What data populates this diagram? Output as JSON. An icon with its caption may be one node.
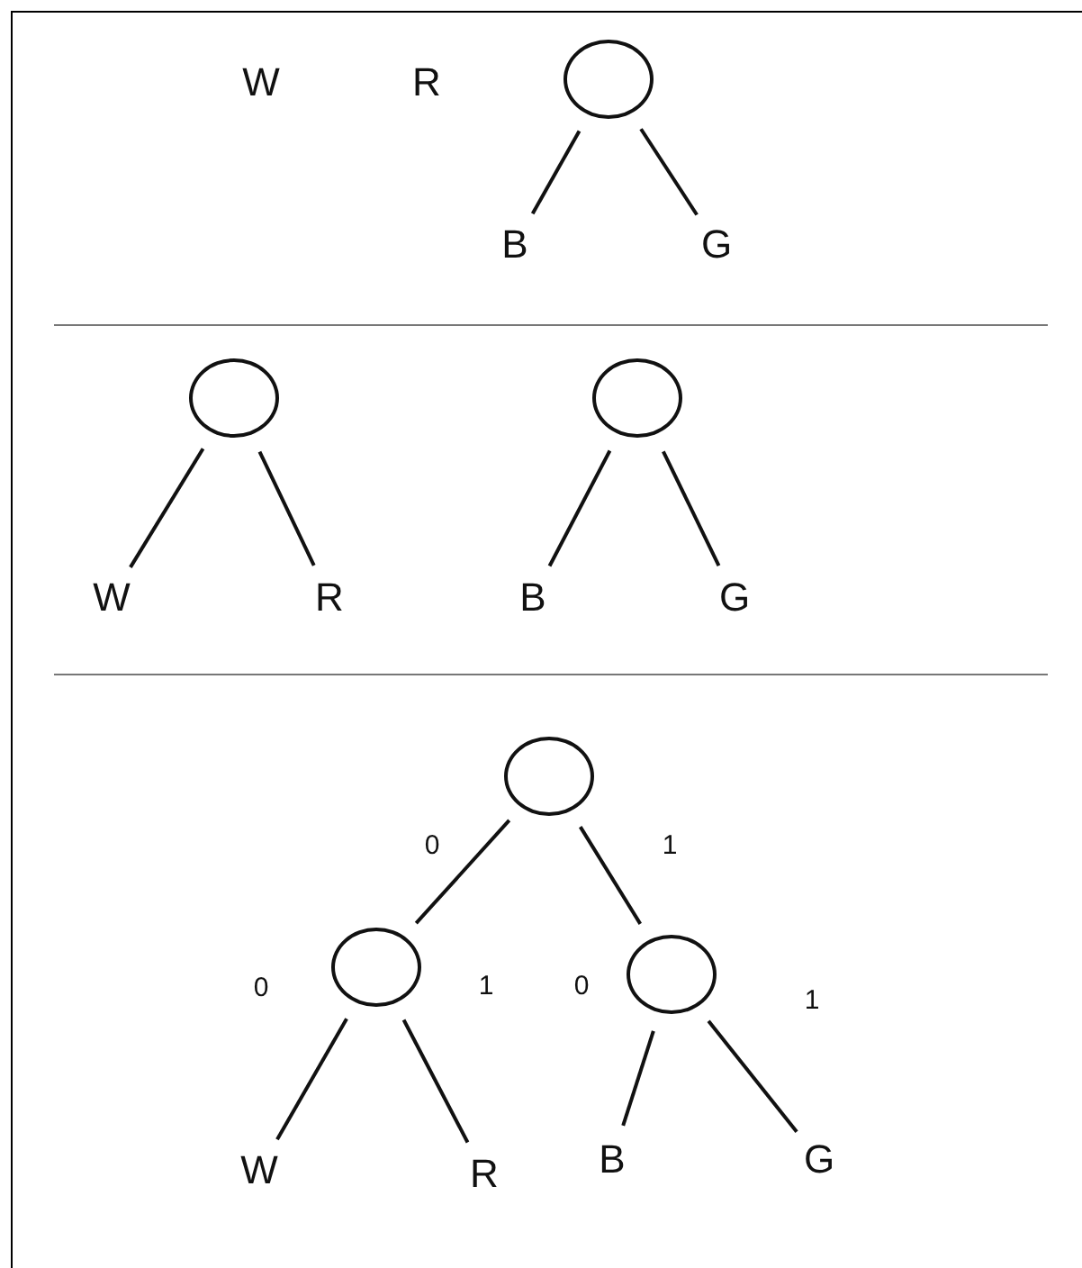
{
  "diagram": {
    "nodes": [
      {
        "text": [],
        "shape": "circle"
      },
      {
        "text": [
          "B"
        ]
      },
      {
        "text": [
          "G"
        ]
      },
      {
        "text": [],
        "shape": "circle"
      },
      {
        "text": [],
        "shape": "circle"
      },
      {
        "text": [
          "W"
        ]
      },
      {
        "text": [
          "R"
        ]
      },
      {
        "text": [
          "B"
        ]
      },
      {
        "text": [
          "G"
        ]
      },
      {
        "text": [],
        "shape": "circle"
      },
      {
        "text": [],
        "shape": "circle"
      },
      {
        "text": [],
        "shape": "circle"
      },
      {
        "text": [
          "W"
        ]
      },
      {
        "text": [
          "R"
        ]
      },
      {
        "text": [
          "B"
        ]
      },
      {
        "text": [
          "G"
        ]
      }
    ],
    "edges": [
      {
        "from": 0,
        "to": 1,
        "arrow": "none"
      },
      {
        "from": 0,
        "to": 2,
        "arrow": "none"
      },
      {
        "from": 3,
        "to": 5,
        "arrow": "none"
      },
      {
        "from": 3,
        "to": 6,
        "arrow": "none"
      },
      {
        "from": 4,
        "to": 7,
        "arrow": "none"
      },
      {
        "from": 4,
        "to": 8,
        "arrow": "none"
      },
      {
        "from": 9,
        "to": 10,
        "label": "0",
        "arrow": "none"
      },
      {
        "from": 9,
        "to": 11,
        "label": "1",
        "arrow": "none"
      },
      {
        "from": 10,
        "to": 12,
        "label": "0",
        "arrow": "none"
      },
      {
        "from": 10,
        "to": 13,
        "label": "1",
        "arrow": "none"
      },
      {
        "from": 11,
        "to": 14,
        "label": "0",
        "arrow": "none"
      },
      {
        "from": 11,
        "to": 15,
        "label": "1",
        "arrow": "none"
      }
    ],
    "labels": [
      "W",
      "R"
    ]
  }
}
